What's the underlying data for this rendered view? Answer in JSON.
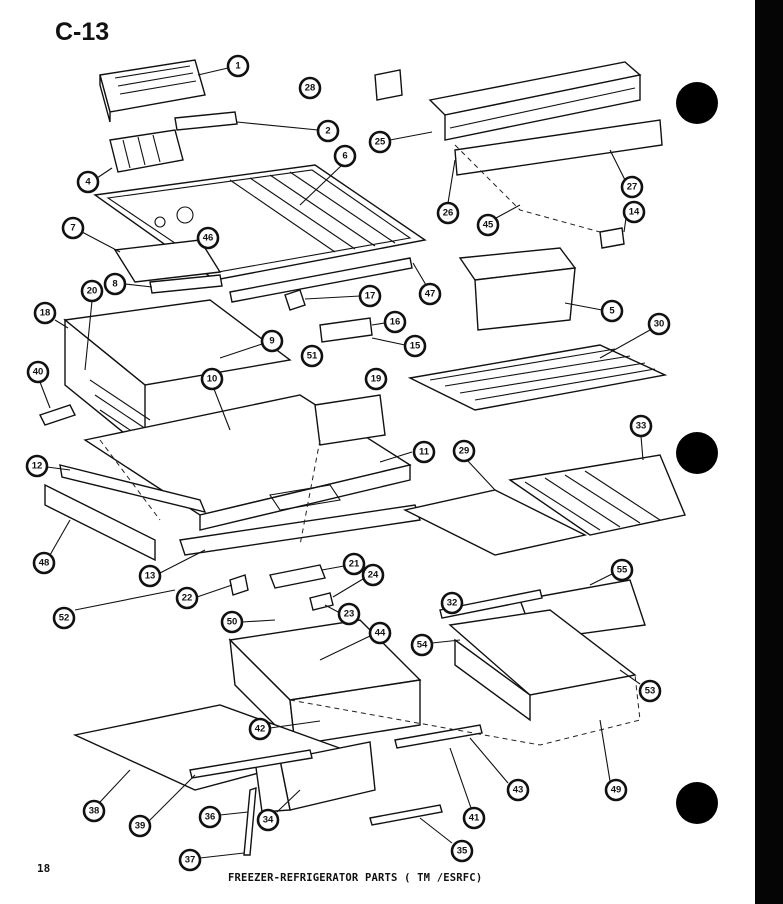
{
  "sheet_code": "C-13",
  "page_number": "18",
  "caption": "FREEZER-REFRIGERATOR PARTS ( TM /ESRFC)",
  "callouts": [
    "1",
    "28",
    "2",
    "25",
    "4",
    "6",
    "27",
    "26",
    "45",
    "14",
    "7",
    "46",
    "8",
    "47",
    "5",
    "18",
    "20",
    "17",
    "16",
    "9",
    "51",
    "15",
    "30",
    "40",
    "10",
    "19",
    "33",
    "11",
    "12",
    "29",
    "48",
    "13",
    "21",
    "24",
    "55",
    "52",
    "22",
    "50",
    "23",
    "32",
    "44",
    "54",
    "53",
    "42",
    "43",
    "38",
    "49",
    "41",
    "39",
    "35",
    "34",
    "36",
    "37"
  ]
}
